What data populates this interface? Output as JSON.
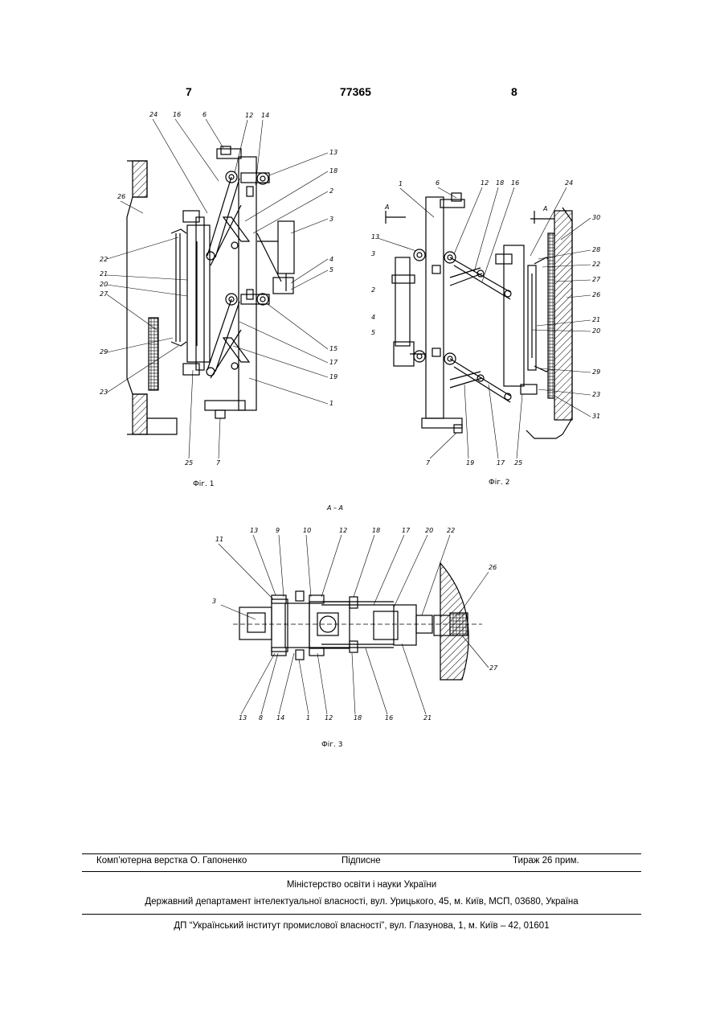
{
  "header": {
    "left_page": "7",
    "patent_number": "77365",
    "right_page": "8"
  },
  "figures": {
    "fig1": {
      "caption": "Фіг. 1",
      "labels": [
        "24",
        "16",
        "6",
        "12",
        "14",
        "13",
        "18",
        "2",
        "3",
        "4",
        "5",
        "26",
        "22",
        "21",
        "20",
        "27",
        "29",
        "23",
        "15",
        "17",
        "19",
        "1",
        "25",
        "7"
      ]
    },
    "fig2": {
      "caption": "Фіг. 2",
      "section_marks": [
        "А",
        "А"
      ],
      "labels": [
        "1",
        "6",
        "12",
        "18",
        "16",
        "24",
        "30",
        "13",
        "3",
        "28",
        "22",
        "27",
        "2",
        "26",
        "4",
        "21",
        "5",
        "20",
        "29",
        "23",
        "31",
        "7",
        "19",
        "17",
        "25"
      ]
    },
    "fig3": {
      "section_title": "А – А",
      "caption": "Фіг. 3",
      "labels": [
        "11",
        "13",
        "9",
        "10",
        "12",
        "18",
        "17",
        "20",
        "22",
        "26",
        "3",
        "27",
        "13",
        "8",
        "14",
        "1",
        "12",
        "18",
        "16",
        "21"
      ]
    }
  },
  "footer": {
    "typesetting": "Комп’ютерна верстка О. Гапоненко",
    "signed": "Підписне",
    "circulation": "Тираж 26 прим.",
    "ministry": "Міністерство освіти і науки України",
    "department": "Державний департамент інтелектуальної власності, вул. Урицького, 45, м. Київ, МСП, 03680, Україна",
    "institute": "ДП “Український інститут промислової власності”, вул. Глазунова, 1, м. Київ – 42, 01601"
  }
}
